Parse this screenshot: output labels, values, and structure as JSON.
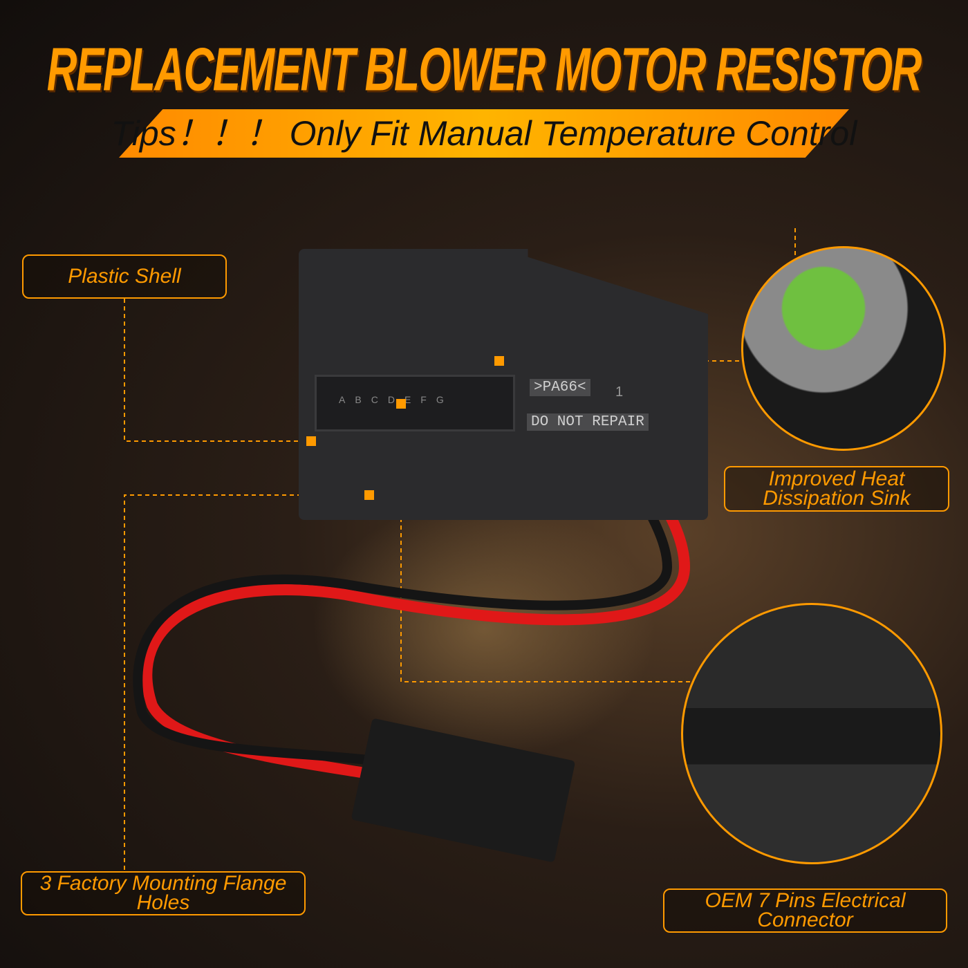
{
  "title": "REPLACEMENT BLOWER MOTOR RESISTOR",
  "banner": "Tips！！！ Only Fit Manual Temperature Control",
  "callouts": {
    "plastic_shell": "Plastic Shell",
    "heat_sink": "Improved Heat Dissipation Sink",
    "flange_holes": "3 Factory Mounting Flange Holes",
    "connector": "OEM 7 Pins Electrical Connector"
  },
  "device": {
    "material": ">PA66<",
    "number": "1",
    "warning": "DO NOT REPAIR",
    "pins": [
      "A",
      "B",
      "C",
      "D",
      "E",
      "F",
      "G"
    ]
  },
  "colors": {
    "accent": "#ff9a00"
  }
}
